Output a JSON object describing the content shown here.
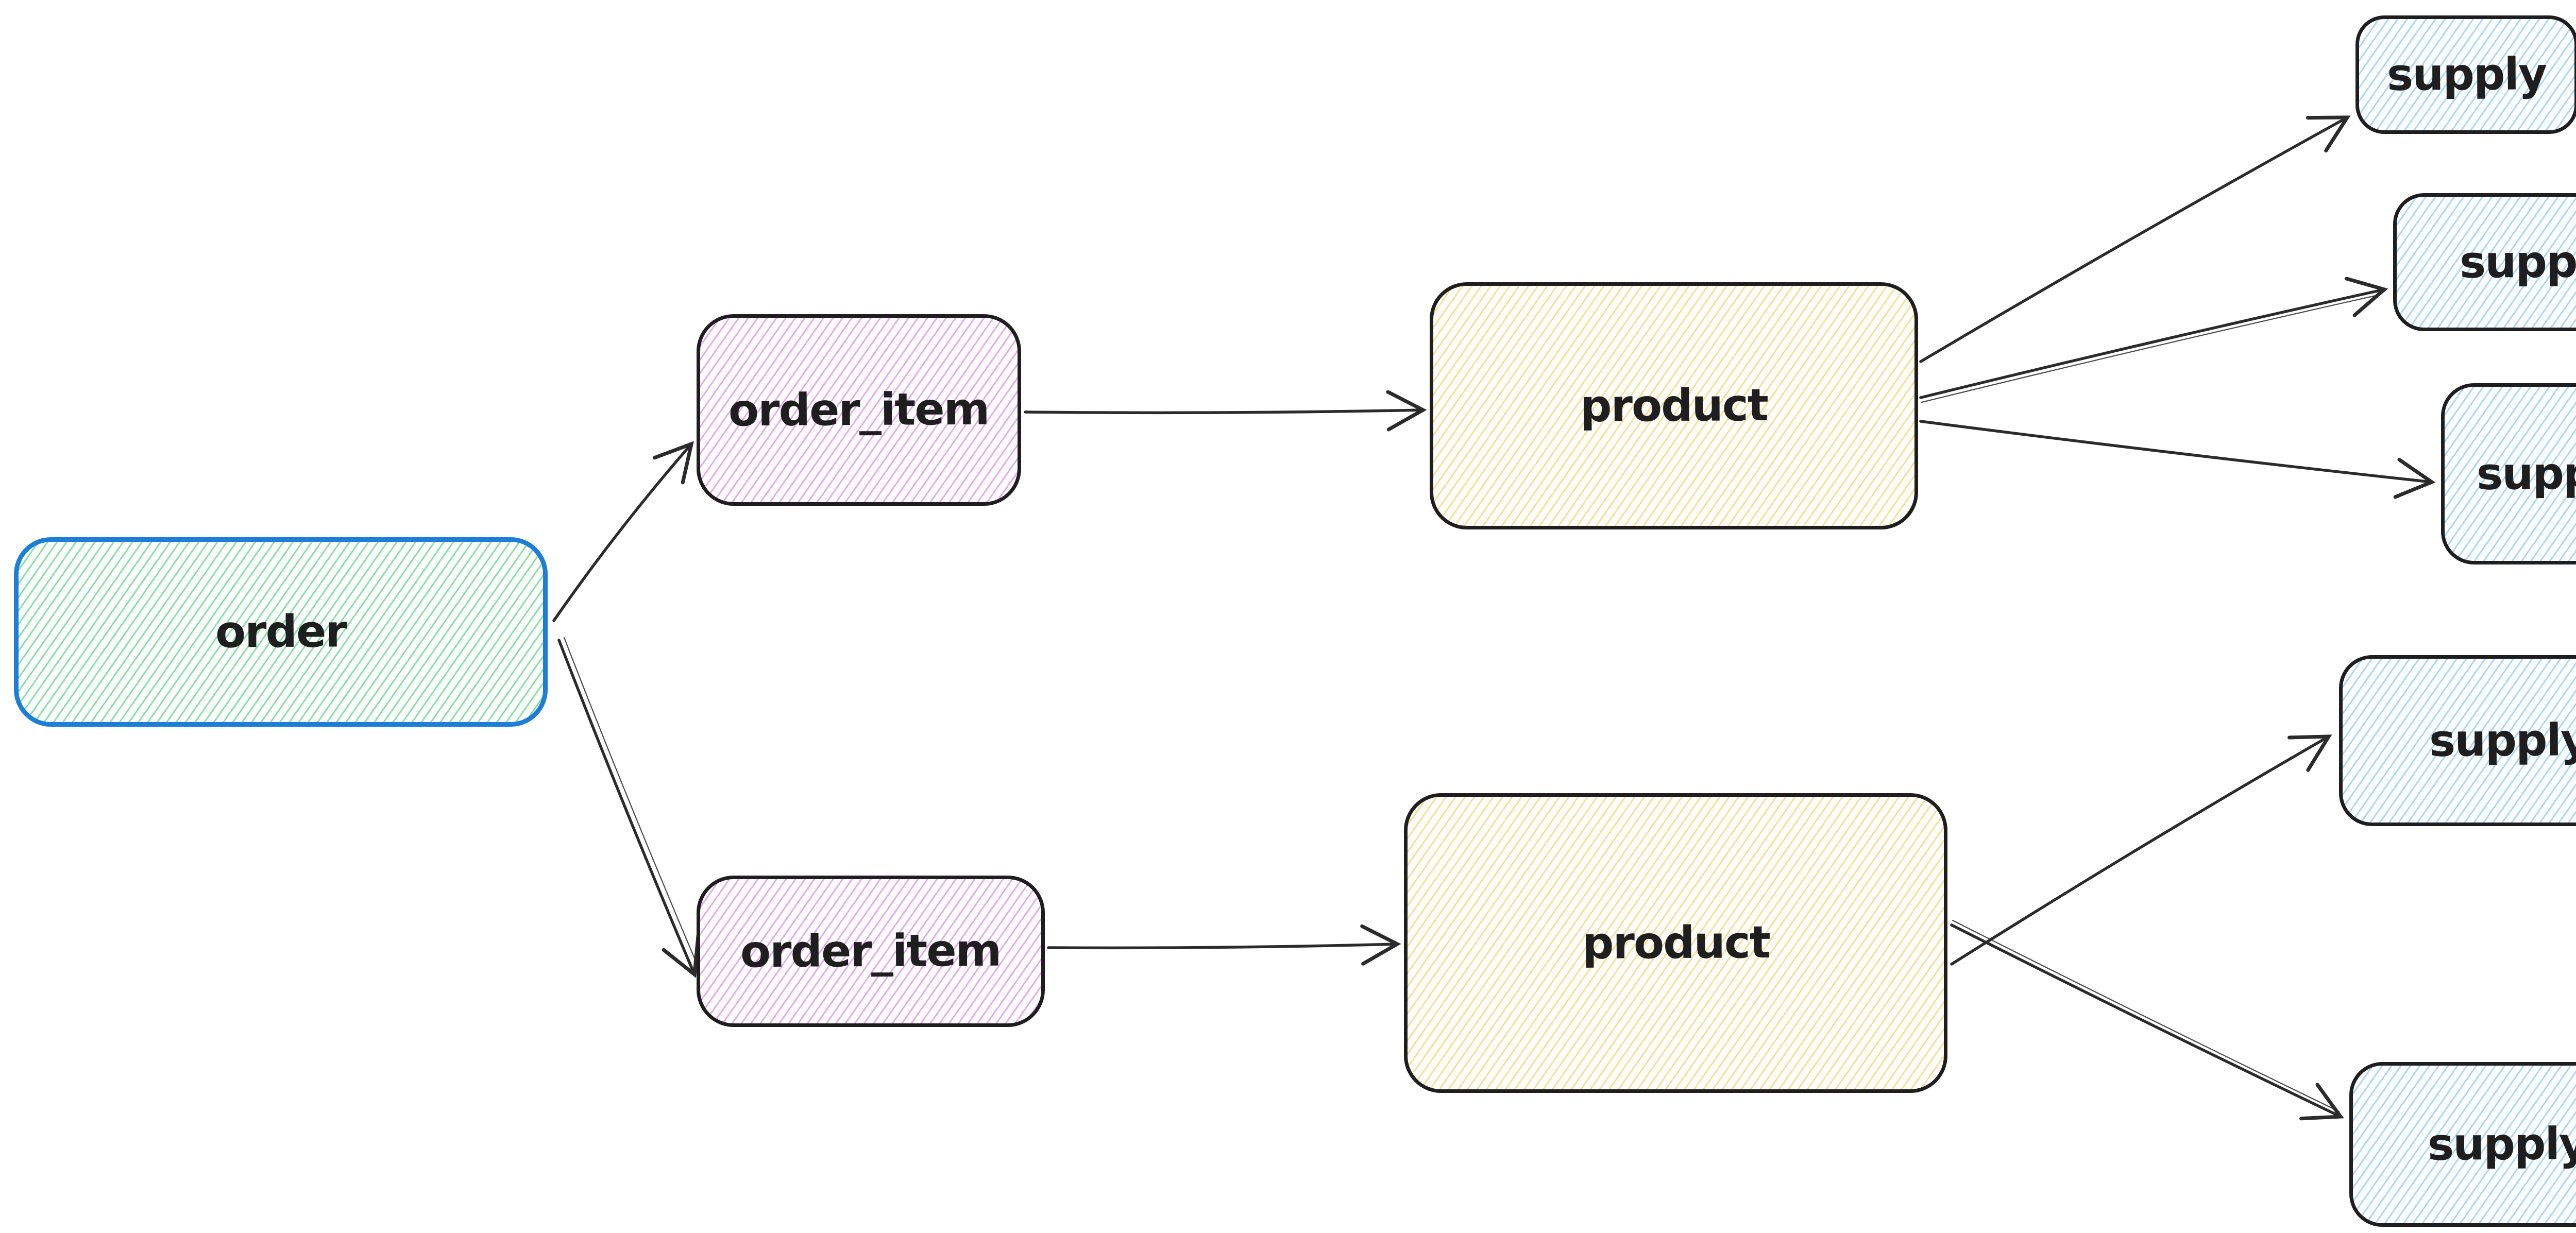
{
  "app": {
    "type": "hand-drawn entity relationship diagram",
    "background": "#ffffff"
  },
  "colors": {
    "canvas": "#ffffff",
    "text": "#1e1e1e",
    "arrow": "#2b2b2b",
    "order_stroke": "#1c7ed6",
    "default_stroke": "#1e1e1e",
    "green_hatch": "#82e3a2",
    "violet_hatch": "#e8a7f5",
    "yellow_hatch": "#f7e08f",
    "blue_hatch": "#a5d8ff"
  },
  "diagram": {
    "nodes": [
      {
        "id": "order",
        "label": "order",
        "shape": "rounded-rectangle",
        "stroke": "#1c7ed6",
        "hatch": "#82e3a2",
        "fill_name": "green"
      },
      {
        "id": "order_item_top",
        "label": "order_item",
        "shape": "rounded-rectangle",
        "stroke": "#1e1e1e",
        "hatch": "#e8a7f5",
        "fill_name": "violet"
      },
      {
        "id": "order_item_bottom",
        "label": "order_item",
        "shape": "rounded-rectangle",
        "stroke": "#1e1e1e",
        "hatch": "#e8a7f5",
        "fill_name": "violet"
      },
      {
        "id": "product_top",
        "label": "product",
        "shape": "rounded-rectangle",
        "stroke": "#1e1e1e",
        "hatch": "#f7e08f",
        "fill_name": "yellow"
      },
      {
        "id": "product_bottom",
        "label": "product",
        "shape": "rounded-rectangle",
        "stroke": "#1e1e1e",
        "hatch": "#f7e08f",
        "fill_name": "yellow"
      },
      {
        "id": "supply_1",
        "label": "supply",
        "shape": "rounded-rectangle",
        "stroke": "#1e1e1e",
        "hatch": "#a5d8ff",
        "fill_name": "blue"
      },
      {
        "id": "supply_2",
        "label": "supply",
        "shape": "rounded-rectangle",
        "stroke": "#1e1e1e",
        "hatch": "#a5d8ff",
        "fill_name": "blue"
      },
      {
        "id": "supply_3",
        "label": "supply",
        "shape": "rounded-rectangle",
        "stroke": "#1e1e1e",
        "hatch": "#a5d8ff",
        "fill_name": "blue"
      },
      {
        "id": "supply_4",
        "label": "supply",
        "shape": "rounded-rectangle",
        "stroke": "#1e1e1e",
        "hatch": "#a5d8ff",
        "fill_name": "blue"
      },
      {
        "id": "supply_5",
        "label": "supply",
        "shape": "rounded-rectangle",
        "stroke": "#1e1e1e",
        "hatch": "#a5d8ff",
        "fill_name": "blue"
      }
    ],
    "edges": [
      {
        "from": "order",
        "to": "order_item_top"
      },
      {
        "from": "order",
        "to": "order_item_bottom"
      },
      {
        "from": "order_item_top",
        "to": "product_top"
      },
      {
        "from": "order_item_bottom",
        "to": "product_bottom"
      },
      {
        "from": "product_top",
        "to": "supply_1"
      },
      {
        "from": "product_top",
        "to": "supply_2"
      },
      {
        "from": "product_top",
        "to": "supply_3"
      },
      {
        "from": "product_bottom",
        "to": "supply_4"
      },
      {
        "from": "product_bottom",
        "to": "supply_5"
      }
    ]
  }
}
